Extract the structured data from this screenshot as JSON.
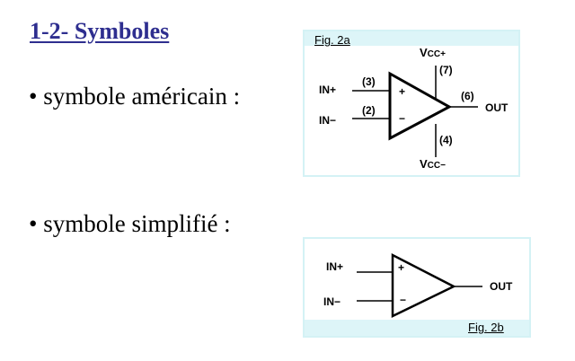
{
  "section": {
    "title": "1-2- Symboles"
  },
  "bullets": {
    "american": "• symbole américain :",
    "simplified": "• symbole simplifié :"
  },
  "fig_a": {
    "caption": "Fig. 2a",
    "vcc_plus": {
      "main": "V",
      "sub": "CC+"
    },
    "vcc_minus": {
      "main": "V",
      "sub": "CC−"
    },
    "pin_vplus": "(7)",
    "pin_vminus": "(4)",
    "pin_in_plus": "(3)",
    "pin_in_minus": "(2)",
    "pin_out": "(6)",
    "in_plus": "IN+",
    "in_minus": "IN−",
    "out": "OUT",
    "plus_sign": "+",
    "minus_sign": "−"
  },
  "fig_b": {
    "caption": "Fig. 2b",
    "in_plus": "IN+",
    "in_minus": "IN−",
    "out": "OUT",
    "plus_sign": "+",
    "minus_sign": "−"
  }
}
